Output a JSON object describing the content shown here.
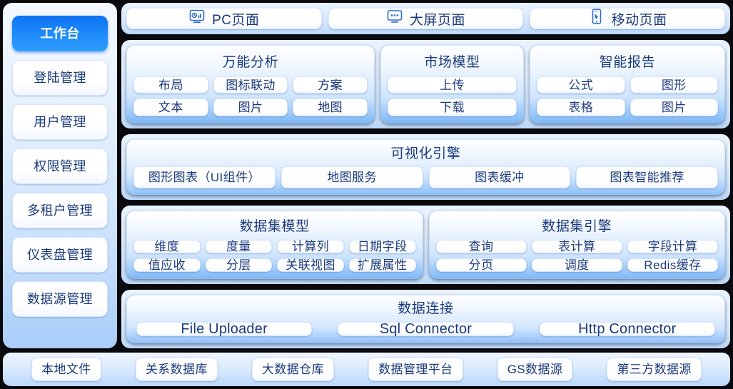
{
  "sidebar": {
    "items": [
      {
        "label": "工作台",
        "active": true
      },
      {
        "label": "登陆管理",
        "active": false
      },
      {
        "label": "用户管理",
        "active": false
      },
      {
        "label": "权限管理",
        "active": false
      },
      {
        "label": "多租户管理",
        "active": false
      },
      {
        "label": "仪表盘管理",
        "active": false
      },
      {
        "label": "数据源管理",
        "active": false
      }
    ]
  },
  "tabs": [
    {
      "label": "PC页面",
      "icon": "monitor-chart-icon"
    },
    {
      "label": "大屏页面",
      "icon": "large-screen-icon"
    },
    {
      "label": "移动页面",
      "icon": "mobile-phone-icon"
    }
  ],
  "apps": [
    {
      "title": "万能分析",
      "rows": [
        [
          "布局",
          "图标联动",
          "方案"
        ],
        [
          "文本",
          "图片",
          "地图"
        ]
      ]
    },
    {
      "title": "市场模型",
      "rows": [
        [
          "上传"
        ],
        [
          "下载"
        ]
      ]
    },
    {
      "title": "智能报告",
      "rows": [
        [
          "公式",
          "图形"
        ],
        [
          "表格",
          "图片"
        ]
      ]
    }
  ],
  "visualization": {
    "title": "可视化引擎",
    "items": [
      "图形图表（UI组件）",
      "地图服务",
      "图表缓冲",
      "图表智能推荐"
    ]
  },
  "dataset": [
    {
      "title": "数据集模型",
      "rows": [
        [
          "维度",
          "度量",
          "计算列",
          "日期字段"
        ],
        [
          "值应收",
          "分层",
          "关联视图",
          "扩展属性"
        ]
      ]
    },
    {
      "title": "数据集引擎",
      "rows": [
        [
          "查询",
          "表计算",
          "字段计算"
        ],
        [
          "分页",
          "调度",
          "Redis缓存"
        ]
      ]
    }
  ],
  "connection": {
    "title": "数据连接",
    "items": [
      "File Uploader",
      "Sql Connector",
      "Http Connector"
    ]
  },
  "sources": {
    "items": [
      "本地文件",
      "关系数据库",
      "大数据仓库",
      "数据管理平台",
      "GS数据源",
      "第三方数据源"
    ]
  },
  "colors": {
    "accent": "#1f8cfb",
    "text_navy": "#1b3a7d",
    "panel_blue": "#8cc0f8",
    "bar_blue": "#bcd9fb",
    "background": "#0a0a0f"
  }
}
